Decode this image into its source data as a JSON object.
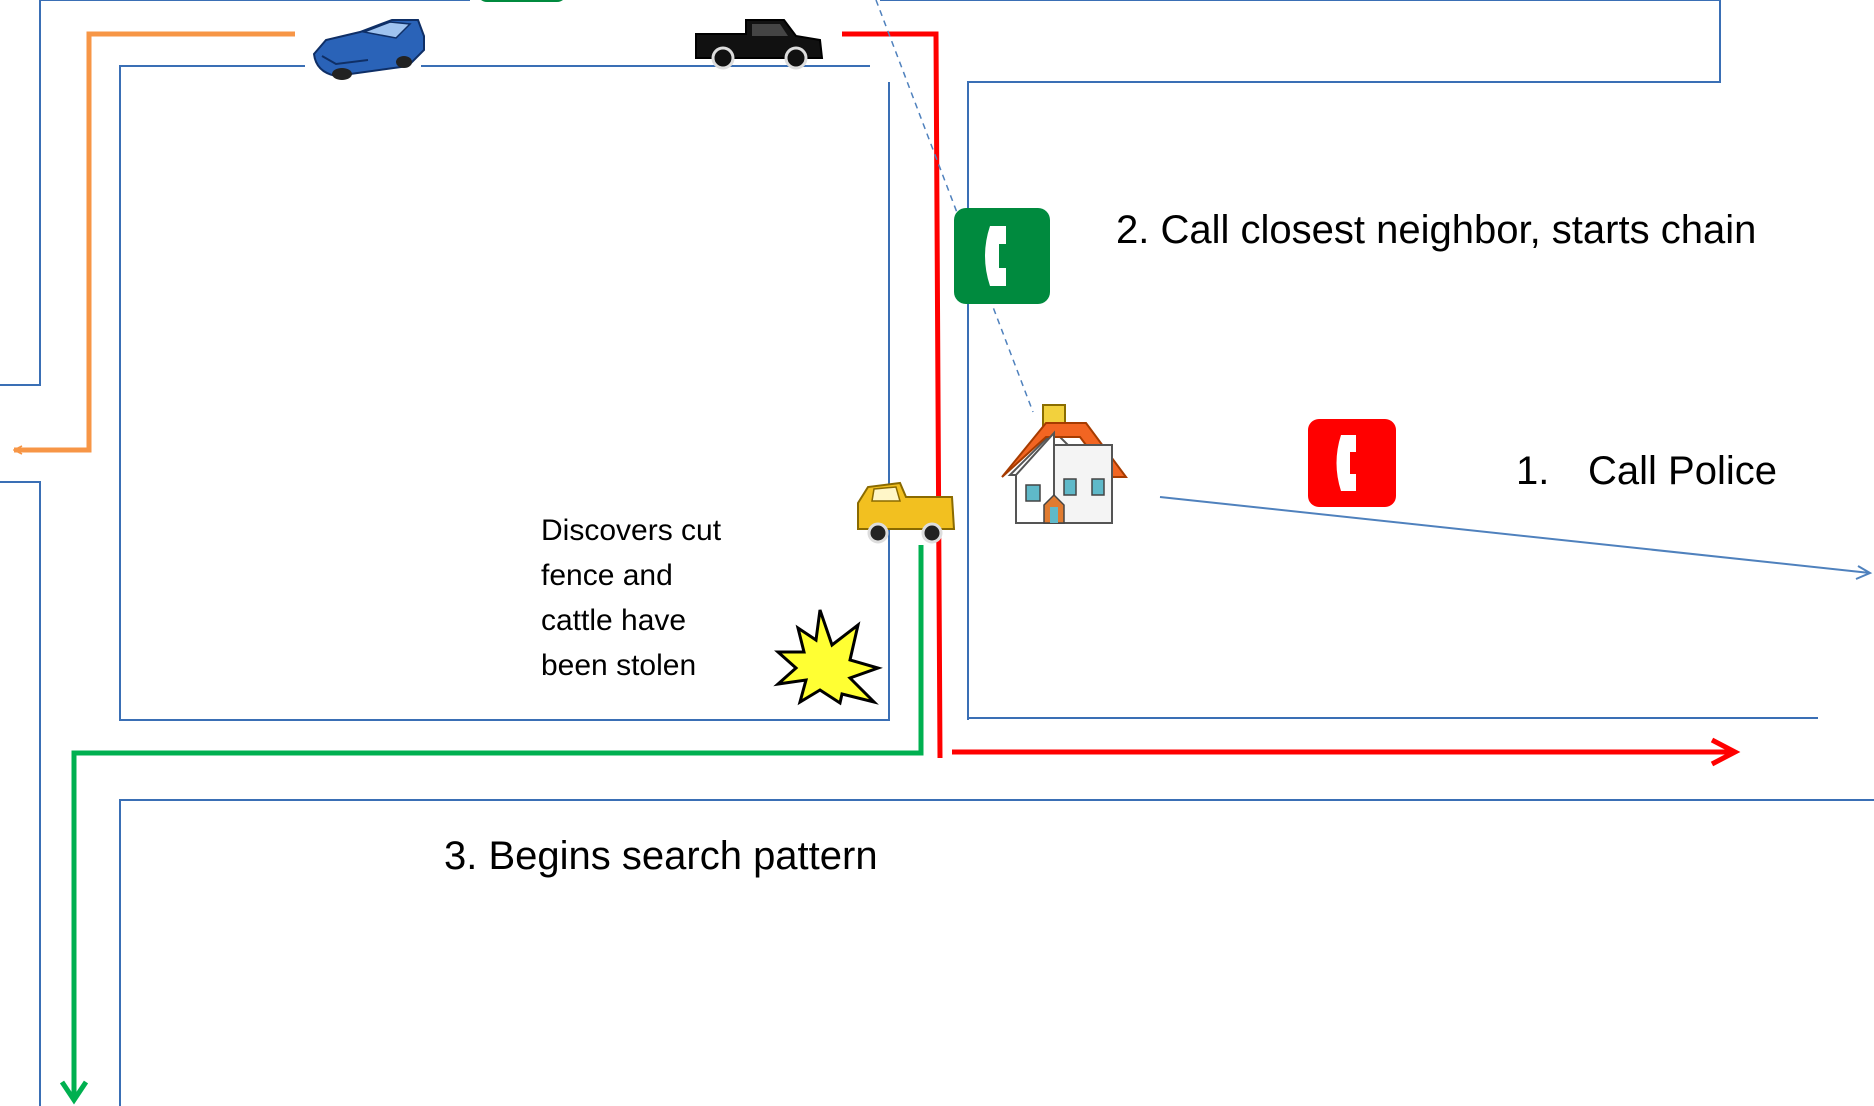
{
  "labels": {
    "step1_number": "1.",
    "step1_text": "Call Police",
    "step2": "2. Call closest neighbor, starts chain",
    "step3": "3. Begins search pattern",
    "discovery_lines": [
      "Discovers cut",
      "fence and",
      "cattle have",
      "been stolen"
    ]
  },
  "icons": {
    "police_phone": "red-telephone-icon",
    "neighbor_phone": "green-telephone-icon",
    "house": "house-icon",
    "blue_car": "blue-car-icon",
    "black_truck": "black-pickup-truck-icon",
    "yellow_truck": "yellow-pickup-truck-icon",
    "alert_burst": "explosion-burst-icon"
  },
  "colors": {
    "road_outline": "#3A6FB5",
    "route_orange": "#F79646",
    "route_red": "#FF0000",
    "route_green": "#00B050",
    "phone_green": "#008A3E",
    "phone_red": "#FF0000",
    "call_line": "#4F81BD",
    "house_roof": "#F26522",
    "burst_yellow": "#FFFF33"
  }
}
